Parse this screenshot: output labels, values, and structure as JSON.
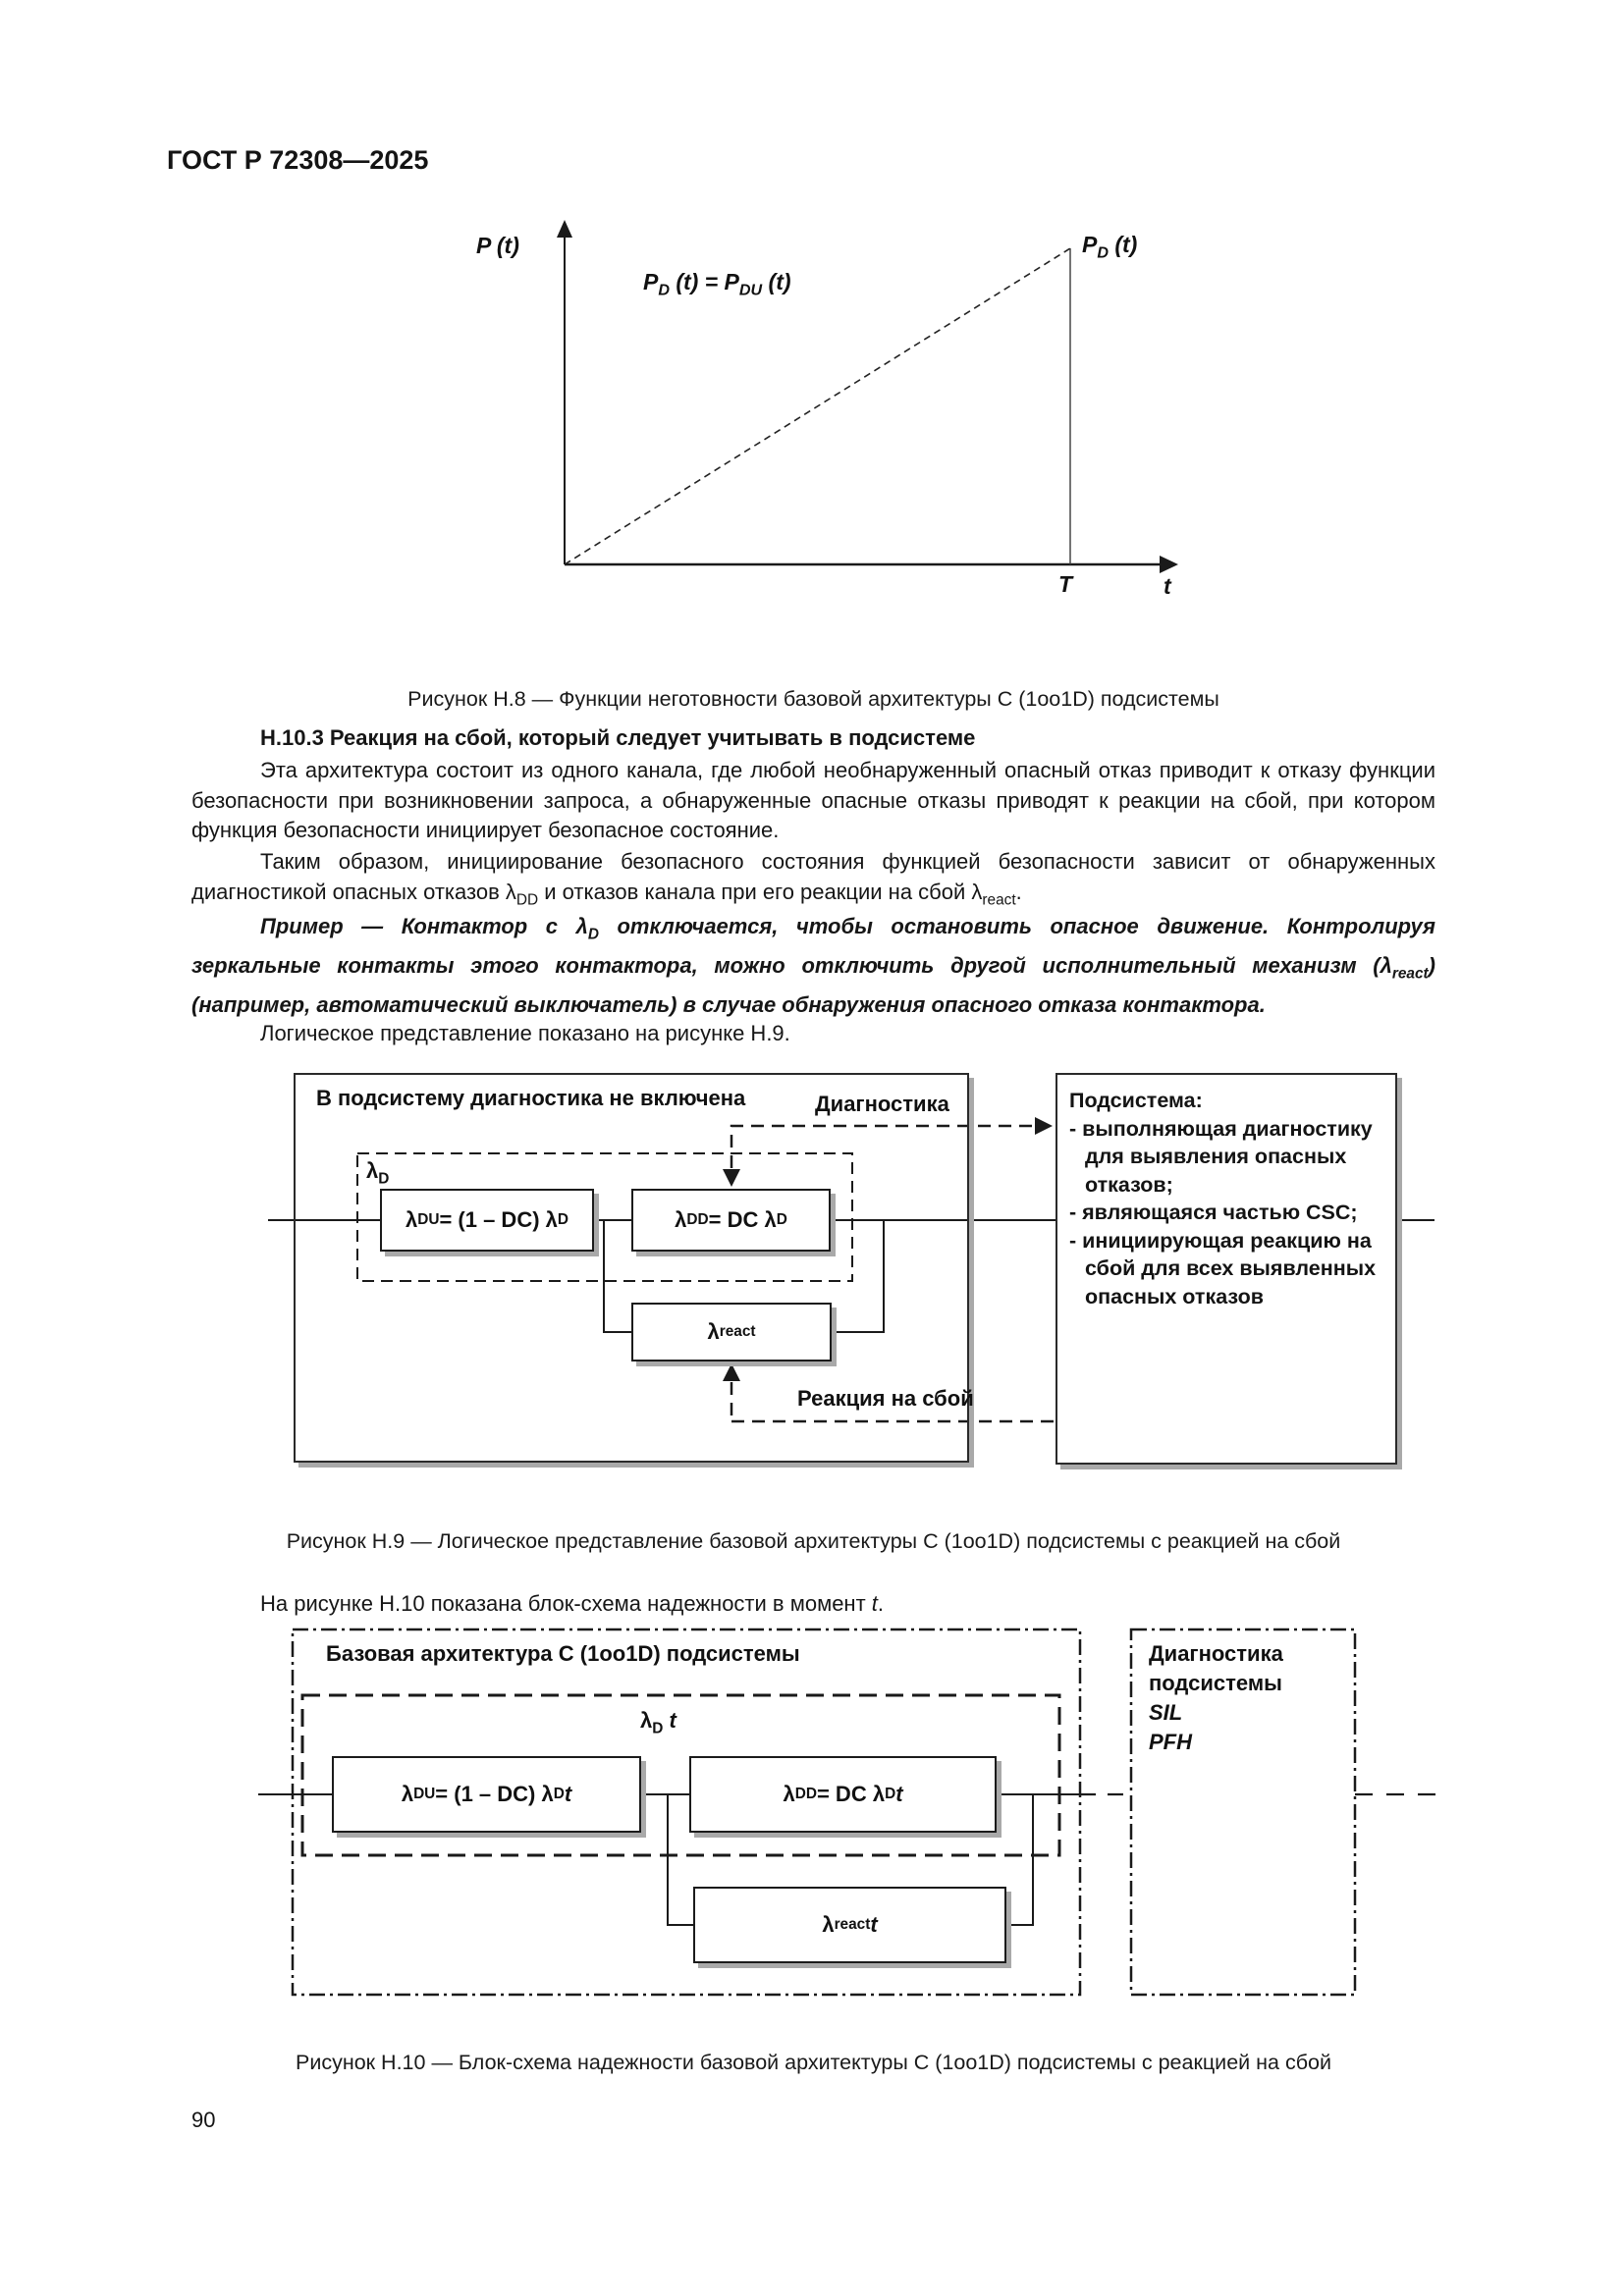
{
  "page": {
    "header": "ГОСТ Р 72308—2025",
    "number": "90"
  },
  "fig8": {
    "y_label": {
      "t1": "P",
      "t2": " (t)"
    },
    "eq": {
      "t1": "P",
      "s1": "D",
      "t2": " (t) = P",
      "s2": "DU",
      "t3": " (t)"
    },
    "pd_label": {
      "t1": "P",
      "s1": "D",
      "t2": " (t)"
    },
    "t_mark": "T",
    "x_label": "t",
    "caption": "Рисунок Н.8 — Функции неготовности базовой архитектуры С (1oo1D) подсистемы"
  },
  "section": {
    "heading": "Н.10.3 Реакция на сбой, который следует учитывать в подсистеме",
    "para1": "Эта архитектура состоит из одного канала, где любой необнаруженный опасный отказ приводит к отказу функции безопасности при возникновении запроса, а обнаруженные опасные отказы приводят к реакции на сбой, при котором функция безопасности инициирует безопасное состояние.",
    "para2": {
      "t1": "Таким образом, инициирование безопасного состояния функцией безопасности зависит от обнаруженных диагностикой опасных отказов ",
      "l1": "λ",
      "s1": "DD",
      "t2": " и отказов канала при его реакции на сбой ",
      "l2": "λ",
      "s2": "react",
      "t3": "."
    },
    "example": {
      "t1": "Пример — Контактор с ",
      "l1": "λ",
      "s1": "D",
      "t2": " отключается, чтобы остановить опасное движение. Контролируя зеркальные контакты этого контактора, можно отключить другой исполнительный механизм (",
      "l2": "λ",
      "s2": "react",
      "t3": ") (например, автоматический выключатель) в случае обнаружения опасного отказа контактора."
    },
    "para3": "Логическое представление показано на рисунке Н.9."
  },
  "fig9": {
    "box_label": "В подсистему диагностика не включена",
    "lambda_d": {
      "l": "λ",
      "s": "D"
    },
    "block_du": {
      "t1": "λ",
      "s1": "DU",
      "t2": " = (1 – DC) λ",
      "s2": "D"
    },
    "block_dd": {
      "t1": "λ",
      "s1": "DD",
      "t2": " = DC λ",
      "s2": "D"
    },
    "block_react": {
      "t1": "λ",
      "s1": "react"
    },
    "diag_label": "Диагностика",
    "react_label": "Реакция на сбой",
    "subsystem_title": "Подсистема:",
    "subsystem_items": [
      "- выполняющая диагностику для выявления опасных отказов;",
      "- являющаяся частью CSC;",
      "- инициирующая реакцию на сбой для всех выявленных опасных отказов"
    ],
    "caption": "Рисунок Н.9 — Логическое представление базовой архитектуры С (1oo1D) подсистемы с реакцией на сбой"
  },
  "fig10": {
    "intro": {
      "t1": "На рисунке Н.10 показана блок-схема надежности в момент ",
      "t2": "t",
      "t3": "."
    },
    "box_label": "Базовая архитектура С (1oo1D) подсистемы",
    "lambda_dt": {
      "l": "λ",
      "s": "D",
      "t": " t"
    },
    "block_du": {
      "t1": "λ",
      "s1": "DU",
      "t2": " = (1 – DC) λ",
      "s2": "D",
      "t3": " t"
    },
    "block_dd": {
      "t1": "λ",
      "s1": "DD",
      "t2": " = DC λ",
      "s2": "D",
      "t3": " t"
    },
    "block_react": {
      "t1": "λ",
      "s1": "react",
      "t3": " t"
    },
    "right_box": [
      "Диагностика",
      "подсистемы",
      "SIL",
      "PFH"
    ],
    "caption": "Рисунок Н.10 — Блок-схема надежности базовой архитектуры С (1oo1D)  подсистемы с реакцией на сбой"
  }
}
